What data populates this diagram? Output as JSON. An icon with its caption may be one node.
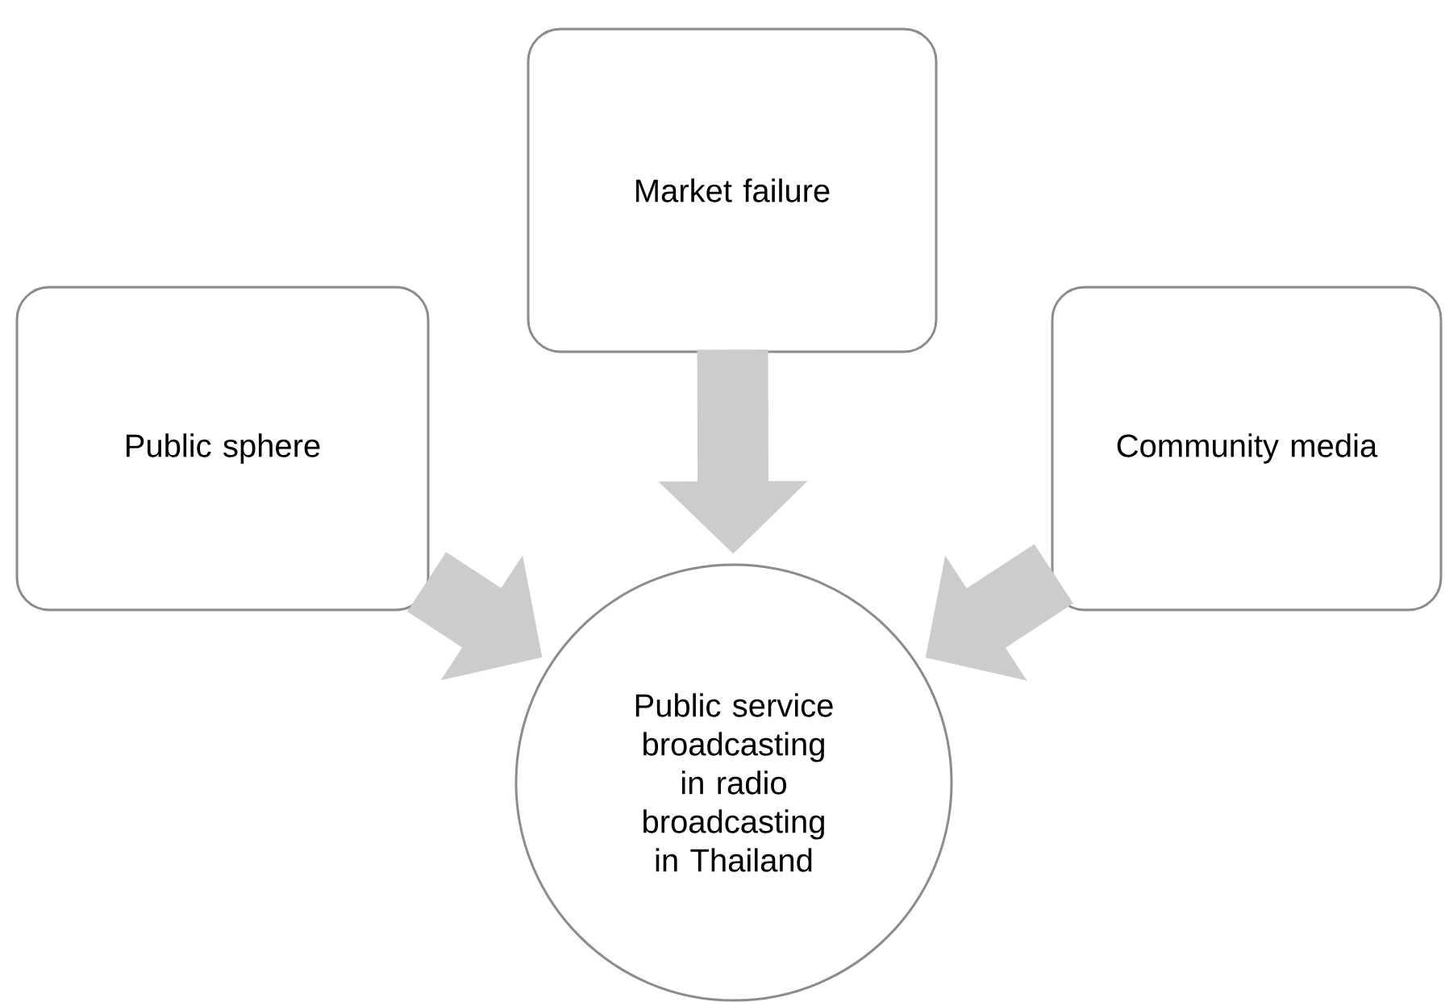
{
  "diagram": {
    "nodes": [
      {
        "text": [
          "Public sphere"
        ]
      },
      {
        "text": [
          "Market failure"
        ]
      },
      {
        "text": [
          "Community media"
        ]
      },
      {
        "text": [
          "Public service broadcasting in radio broadcasting in Thailand"
        ]
      }
    ],
    "edges": [
      {
        "from": 0,
        "to": 3,
        "arrow": "to"
      },
      {
        "from": 1,
        "to": 3,
        "arrow": "to"
      },
      {
        "from": 2,
        "to": 3,
        "arrow": "to"
      }
    ]
  }
}
